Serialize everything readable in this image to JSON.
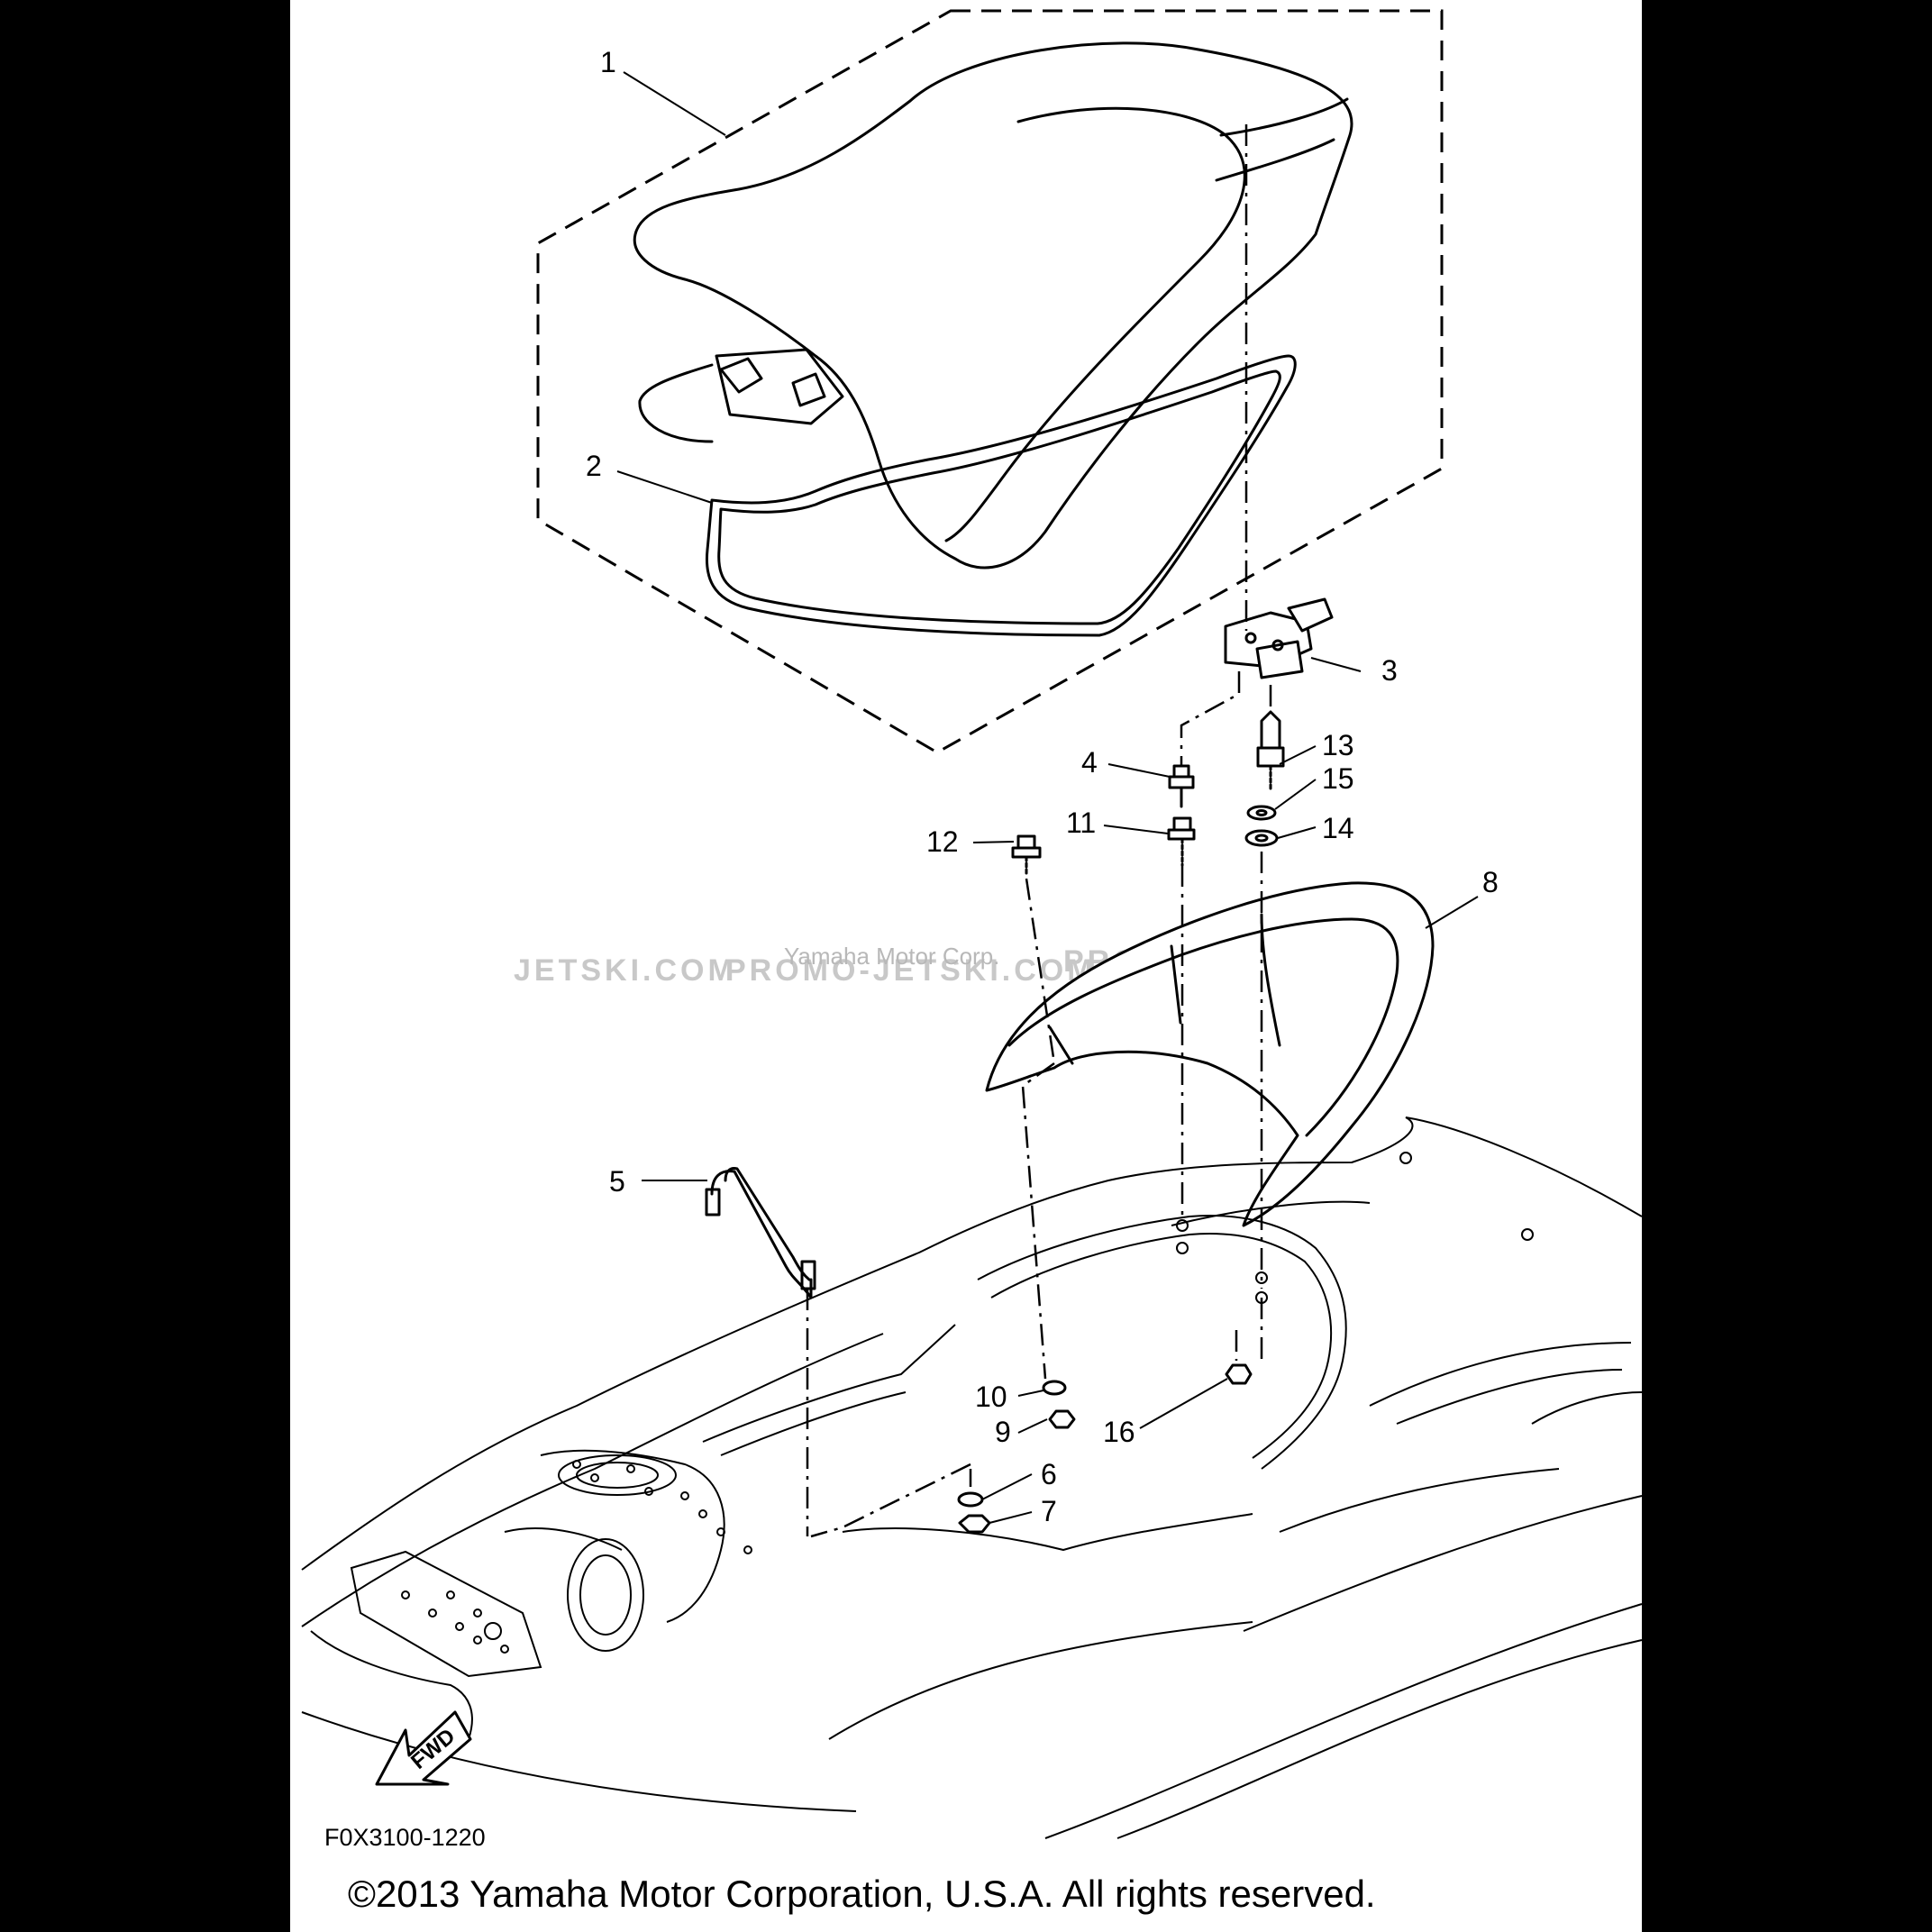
{
  "diagram": {
    "callouts": [
      {
        "id": "1",
        "label": "1"
      },
      {
        "id": "2",
        "label": "2"
      },
      {
        "id": "3",
        "label": "3"
      },
      {
        "id": "4",
        "label": "4"
      },
      {
        "id": "5",
        "label": "5"
      },
      {
        "id": "6",
        "label": "6"
      },
      {
        "id": "7",
        "label": "7"
      },
      {
        "id": "8",
        "label": "8"
      },
      {
        "id": "9",
        "label": "9"
      },
      {
        "id": "10",
        "label": "10"
      },
      {
        "id": "11",
        "label": "11"
      },
      {
        "id": "12",
        "label": "12"
      },
      {
        "id": "13",
        "label": "13"
      },
      {
        "id": "14",
        "label": "14"
      },
      {
        "id": "15",
        "label": "15"
      },
      {
        "id": "16",
        "label": "16"
      }
    ],
    "direction_arrow_label": "FWD",
    "diagram_code": "F0X3100-1220",
    "copyright": "©2013 Yamaha Motor Corporation, U.S.A. All rights reserved.",
    "watermarks": {
      "left": "JETSKI.COM",
      "middle": "PROMO-JETSKI.COM",
      "right": "PROMO-JETSKI.COM",
      "overlay": "Yamaha Motor Corp."
    }
  }
}
